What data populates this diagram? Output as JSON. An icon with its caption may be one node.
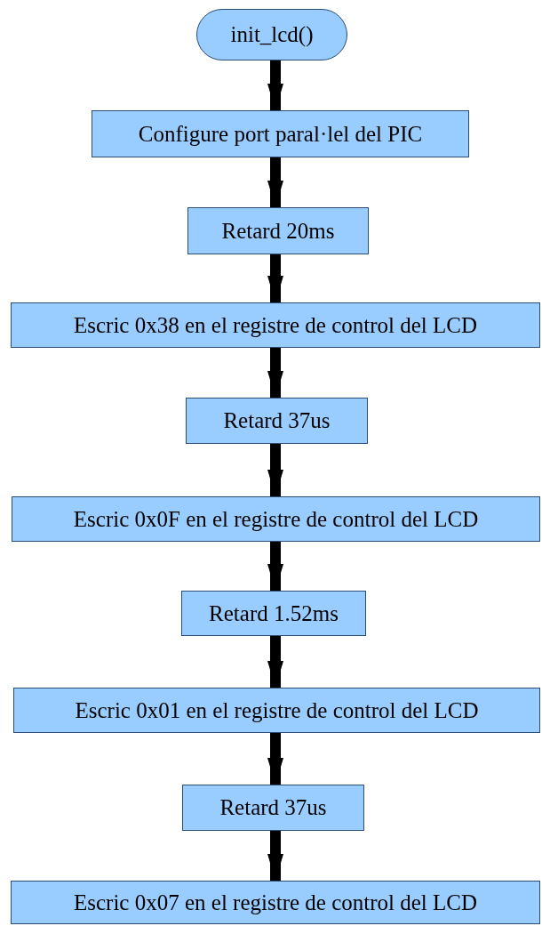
{
  "diagram": {
    "nodes": [
      {
        "text": [
          "init_lcd()"
        ]
      },
      {
        "text": [
          "Configure port paral·lel del PIC"
        ]
      },
      {
        "text": [
          "Retard 20ms"
        ]
      },
      {
        "text": [
          "Escric 0x38 en el registre de control del LCD"
        ]
      },
      {
        "text": [
          "Retard 37us"
        ]
      },
      {
        "text": [
          "Escric 0x0F en el registre de control del LCD"
        ]
      },
      {
        "text": [
          "Retard 1.52ms"
        ]
      },
      {
        "text": [
          "Escric 0x01 en el registre de control del LCD"
        ]
      },
      {
        "text": [
          "Retard 37us"
        ]
      },
      {
        "text": [
          "Escric 0x07 en el registre de control del LCD"
        ]
      }
    ],
    "edges": [
      {
        "from": 0,
        "to": 1,
        "arrow": "to"
      },
      {
        "from": 1,
        "to": 2,
        "arrow": "to"
      },
      {
        "from": 2,
        "to": 3,
        "arrow": "to"
      },
      {
        "from": 3,
        "to": 4,
        "arrow": "to"
      },
      {
        "from": 4,
        "to": 5,
        "arrow": "to"
      },
      {
        "from": 5,
        "to": 6,
        "arrow": "to"
      },
      {
        "from": 6,
        "to": 7,
        "arrow": "to"
      },
      {
        "from": 7,
        "to": 8,
        "arrow": "to"
      },
      {
        "from": 8,
        "to": 9,
        "arrow": "to"
      }
    ]
  }
}
